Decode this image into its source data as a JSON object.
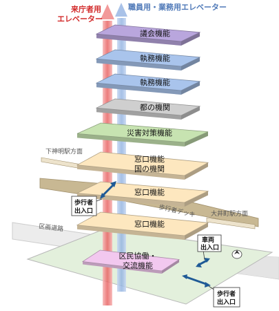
{
  "elevators": {
    "visitor_line1": "来庁者用",
    "visitor_line2": "エレベーター",
    "staff": "職員用・業務用エレベーター",
    "visitor_color": "#d22a2a",
    "staff_color": "#4f79b8"
  },
  "floors": [
    {
      "label": "議会機能",
      "color": "#b9a6dd"
    },
    {
      "label": "執務機能",
      "color": "#a9c4ec"
    },
    {
      "label": "執務機能",
      "color": "#a9c4ec"
    },
    {
      "label": "都の機関",
      "color": "#cfcfcf"
    },
    {
      "label": "災害対策機能",
      "color": "#c7e3b1"
    },
    {
      "label_line1": "窓口機能",
      "label_line2": "国の機関",
      "color": "#fde7bf"
    },
    {
      "label": "窓口機能",
      "color": "#fde7bf"
    },
    {
      "label": "窓口機能",
      "color": "#fde7bf"
    },
    {
      "label_line1": "区民協働・",
      "label_line2": "交流機能",
      "color": "#f2c8ef"
    }
  ],
  "labels": {
    "shimo_shinmei": "下神明駅方面",
    "oimachi": "大井町駅方面",
    "deck": "歩行者デッキ",
    "road": "区画道路"
  },
  "callouts": {
    "pedestrian_upper": {
      "line1": "歩行者",
      "line2": "出入口"
    },
    "vehicle": {
      "line1": "車両",
      "line2": "出入口"
    },
    "pedestrian_lower": {
      "line1": "歩行者",
      "line2": "出入口"
    }
  },
  "colors": {
    "arrow_blue": "#1f5a96",
    "deck": "#c8b893",
    "road": "#e8e8e8",
    "ground": "#e3f0dc"
  }
}
